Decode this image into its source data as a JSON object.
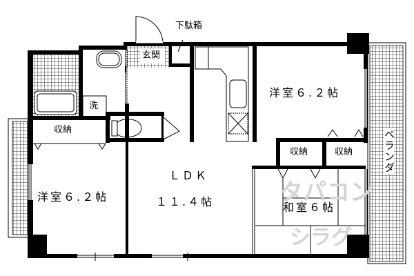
{
  "floor_plan": {
    "rooms": {
      "western_room_ne": {
        "label": "洋室６.２帖"
      },
      "western_room_w": {
        "label": "洋室６.２帖"
      },
      "ldk": {
        "label_line1": "ＬＤＫ",
        "label_line2": "１１.４帖"
      },
      "japanese_room": {
        "label": "和室６帖"
      },
      "entrance": {
        "label": "玄関"
      },
      "washer": {
        "label": "洗"
      },
      "storage_west": {
        "label": "収納"
      },
      "storage_center": {
        "label": "収納"
      },
      "storage_east": {
        "label": "収納"
      },
      "balcony": {
        "label": "ベランダ"
      }
    },
    "annotations": {
      "shoe_cabinet": "下駄箱"
    },
    "watermark": {
      "line1": "タパコン",
      "line2": "シラグ"
    },
    "colors": {
      "wall": "#000000",
      "background": "#ffffff",
      "watermark": "#d4d4d4"
    }
  }
}
